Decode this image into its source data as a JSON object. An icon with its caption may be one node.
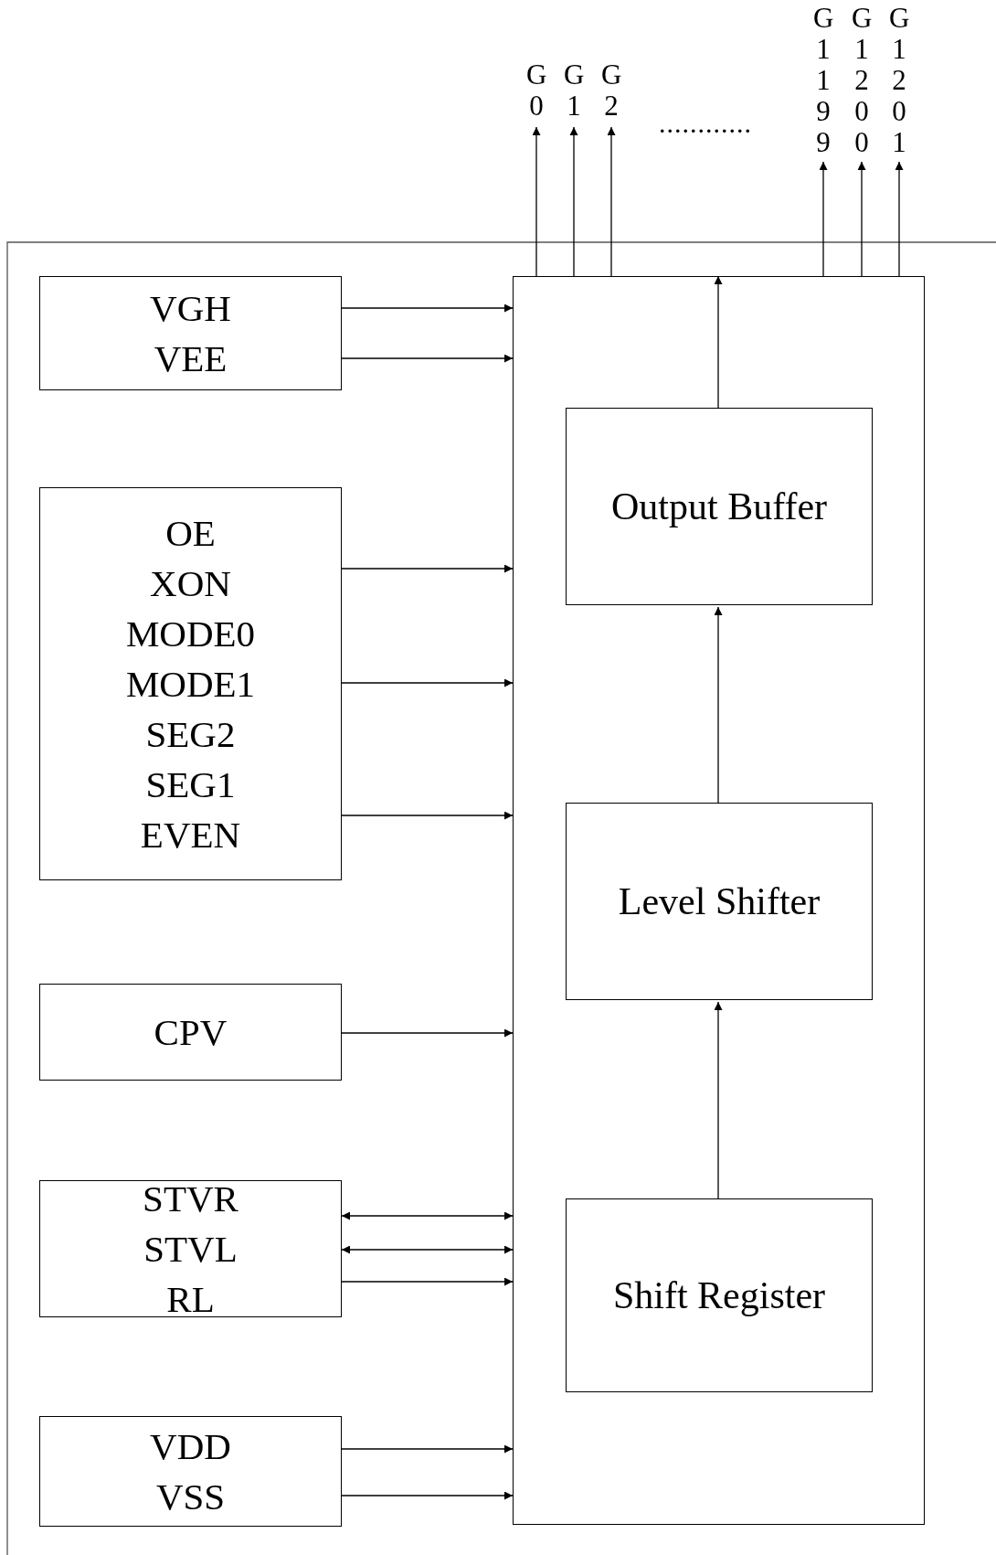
{
  "diagram": {
    "nodes": [
      {
        "text": [
          "VGH VEE"
        ]
      },
      {
        "text": [
          "OE XON MODE0 MODE1 SEG2 SEG1 EVEN"
        ]
      },
      {
        "text": [
          "CPV"
        ]
      },
      {
        "text": [
          "STVR STVL RL"
        ]
      },
      {
        "text": [
          "VDD VSS"
        ]
      },
      {
        "text": [],
        "shape": "box"
      },
      {
        "text": [
          "Output Buffer"
        ],
        "in": 5
      },
      {
        "text": [
          "Level Shifter"
        ],
        "in": 5
      },
      {
        "text": [
          "Shift Register"
        ],
        "in": 5
      },
      {
        "text": [
          "G0"
        ]
      },
      {
        "text": [
          "G1"
        ]
      },
      {
        "text": [
          "G2"
        ]
      },
      {
        "text": [
          "G1199"
        ]
      },
      {
        "text": [
          "G1200"
        ]
      },
      {
        "text": [
          "G1201"
        ]
      }
    ],
    "edges": [
      {
        "from": 0,
        "to": 5,
        "arrow": "to"
      },
      {
        "from": 0,
        "to": 5,
        "arrow": "to"
      },
      {
        "from": 1,
        "to": 5,
        "arrow": "to"
      },
      {
        "from": 1,
        "to": 5,
        "arrow": "to"
      },
      {
        "from": 1,
        "to": 5,
        "arrow": "to"
      },
      {
        "from": 2,
        "to": 5,
        "arrow": "to"
      },
      {
        "from": 3,
        "to": 5,
        "arrow": "both"
      },
      {
        "from": 3,
        "to": 5,
        "arrow": "both"
      },
      {
        "from": 3,
        "to": 5,
        "arrow": "to"
      },
      {
        "from": 4,
        "to": 5,
        "arrow": "to"
      },
      {
        "from": 4,
        "to": 5,
        "arrow": "to"
      },
      {
        "from": 8,
        "to": 7,
        "arrow": "to"
      },
      {
        "from": 7,
        "to": 6,
        "arrow": "to"
      },
      {
        "from": 6,
        "to": 5,
        "arrow": "to"
      },
      {
        "from": 5,
        "to": 9,
        "arrow": "to"
      },
      {
        "from": 5,
        "to": 10,
        "arrow": "to"
      },
      {
        "from": 5,
        "to": 11,
        "arrow": "to"
      },
      {
        "from": 5,
        "to": 12,
        "arrow": "to"
      },
      {
        "from": 5,
        "to": 13,
        "arrow": "to"
      },
      {
        "from": 5,
        "to": 14,
        "arrow": "to"
      }
    ],
    "labels": [
      "............"
    ]
  }
}
